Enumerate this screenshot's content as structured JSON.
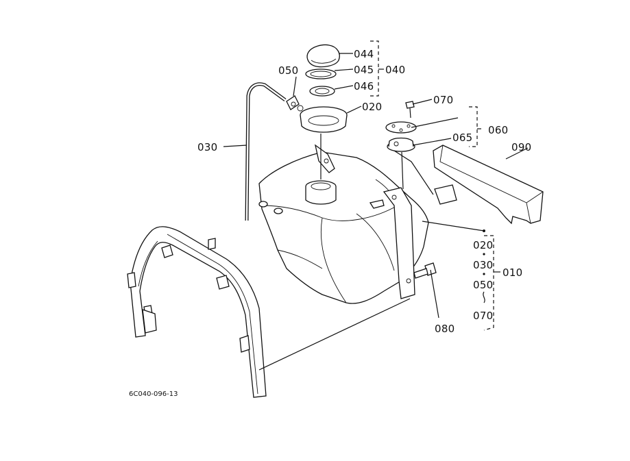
{
  "labels": {
    "p044": "044",
    "p045": "045",
    "p040": "040",
    "p046": "046",
    "p050": "050",
    "p020": "020",
    "p070": "070",
    "p060": "060",
    "p065": "065",
    "p090": "090",
    "p030": "030",
    "p080": "080",
    "p010": "010",
    "sub020": "020",
    "sub030": "030",
    "sub050": "050",
    "sub070": "070"
  },
  "drawing_code": "6C040-096-13"
}
